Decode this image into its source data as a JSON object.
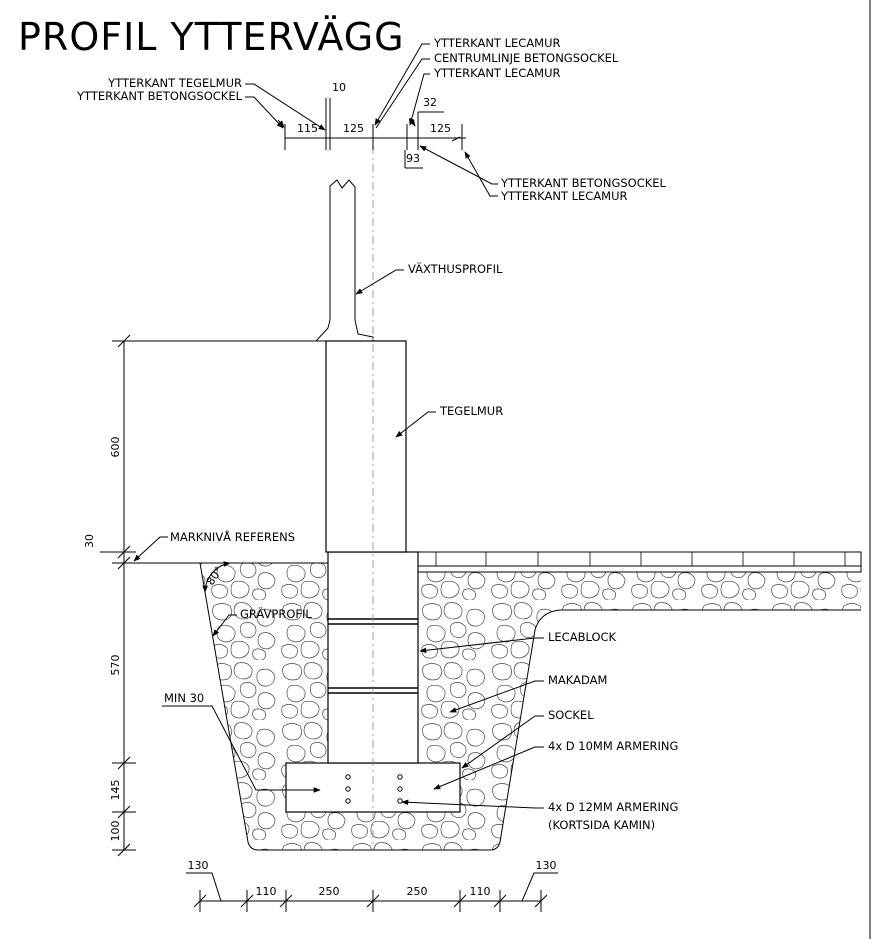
{
  "title": "PROFIL YTTERVÄGG",
  "labels": {
    "ytterkant_lecamur_top": "YTTERKANT LECAMUR",
    "centrumlinje_betongsockel": "CENTRUMLINJE BETONGSOCKEL",
    "ytterkant_lecamur_2": "YTTERKANT LECAMUR",
    "ytterkant_tegelmur": "YTTERKANT TEGELMUR",
    "ytterkant_betongsockel_left": "YTTERKANT BETONGSOCKEL",
    "ytterkant_betongsockel_right": "YTTERKANT BETONGSOCKEL",
    "ytterkant_lecamur_right": "YTTERKANT LECAMUR",
    "vaxthusprofil": "VÄXTHUSPROFIL",
    "tegelmur": "TEGELMUR",
    "markniva_referens": "MARKNIVÅ REFERENS",
    "gravprofil": "GRÄVPROFIL",
    "lecablock": "LECABLOCK",
    "makadam": "MAKADAM",
    "sockel": "SOCKEL",
    "min30": "MIN 30",
    "armering_10": "4x D 10MM ARMERING",
    "armering_12_line1": "4x D 12MM ARMERING",
    "armering_12_line2": "(KORTSIDA KAMIN)",
    "angle": "80°"
  },
  "dimensions": {
    "top": {
      "d115": "115",
      "d10": "10",
      "d125_left": "125",
      "d32": "32",
      "d125_right": "125",
      "d93": "93"
    },
    "vertical": {
      "d600": "600",
      "d30": "30",
      "d570": "570",
      "d145": "145",
      "d100": "100"
    },
    "bottom": {
      "d130_left": "130",
      "d110_left": "110",
      "d250_left": "250",
      "d250_right": "250",
      "d110_right": "110",
      "d130_right": "130"
    }
  }
}
